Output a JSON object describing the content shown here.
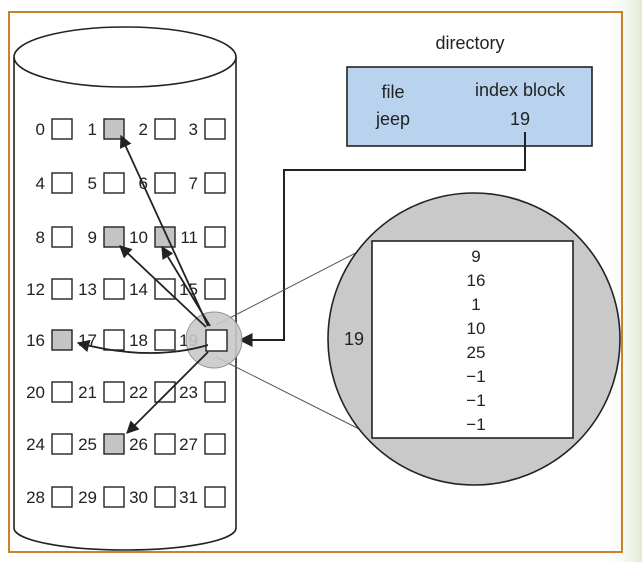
{
  "diagram": {
    "title": "directory",
    "directory_table": {
      "col_file": "file",
      "col_index_block": "index block",
      "file_name": "jeep",
      "index_block_value": "19"
    },
    "disk_blocks": [
      {
        "n": "0",
        "filled": false
      },
      {
        "n": "1",
        "filled": true
      },
      {
        "n": "2",
        "filled": false
      },
      {
        "n": "3",
        "filled": false
      },
      {
        "n": "4",
        "filled": false
      },
      {
        "n": "5",
        "filled": false
      },
      {
        "n": "6",
        "filled": false
      },
      {
        "n": "7",
        "filled": false
      },
      {
        "n": "8",
        "filled": false
      },
      {
        "n": "9",
        "filled": true
      },
      {
        "n": "10",
        "filled": true
      },
      {
        "n": "11",
        "filled": false
      },
      {
        "n": "12",
        "filled": false
      },
      {
        "n": "13",
        "filled": false
      },
      {
        "n": "14",
        "filled": false
      },
      {
        "n": "15",
        "filled": false
      },
      {
        "n": "16",
        "filled": true
      },
      {
        "n": "17",
        "filled": false
      },
      {
        "n": "18",
        "filled": false
      },
      {
        "n": "19",
        "filled": false
      },
      {
        "n": "20",
        "filled": false
      },
      {
        "n": "21",
        "filled": false
      },
      {
        "n": "22",
        "filled": false
      },
      {
        "n": "23",
        "filled": false
      },
      {
        "n": "24",
        "filled": false
      },
      {
        "n": "25",
        "filled": true
      },
      {
        "n": "26",
        "filled": false
      },
      {
        "n": "27",
        "filled": false
      },
      {
        "n": "28",
        "filled": false
      },
      {
        "n": "29",
        "filled": false
      },
      {
        "n": "30",
        "filled": false
      },
      {
        "n": "31",
        "filled": false
      }
    ],
    "zoom_label": "19",
    "index_block_entries": [
      "9",
      "16",
      "1",
      "10",
      "25",
      "−1",
      "−1",
      "−1"
    ],
    "colors": {
      "frame": "#c8822a",
      "directory_fill": "#b9d3ee",
      "filled_block": "#c4c4c4",
      "zoom_circle": "#c9c9c9",
      "line": "#222222"
    }
  }
}
